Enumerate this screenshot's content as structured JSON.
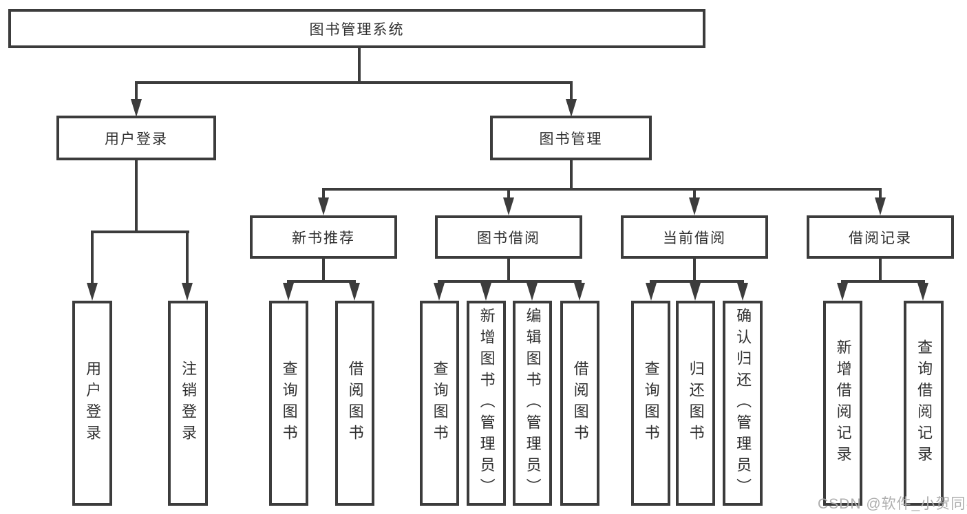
{
  "tree": {
    "root": {
      "label": "图书管理系统"
    },
    "branches": [
      {
        "label": "用户登录",
        "children": [
          {
            "label": "用户登录"
          },
          {
            "label": "注销登录"
          }
        ]
      },
      {
        "label": "图书管理",
        "children": [
          {
            "label": "新书推荐",
            "children": [
              {
                "label": "查询图书"
              },
              {
                "label": "借阅图书"
              }
            ]
          },
          {
            "label": "图书借阅",
            "children": [
              {
                "label": "查询图书"
              },
              {
                "label": "新增图书（管理员）"
              },
              {
                "label": "编辑图书（管理员）"
              },
              {
                "label": "借阅图书"
              }
            ]
          },
          {
            "label": "当前借阅",
            "children": [
              {
                "label": "查询图书"
              },
              {
                "label": "归还图书"
              },
              {
                "label": "确认归还（管理员）"
              }
            ]
          },
          {
            "label": "借阅记录",
            "children": [
              {
                "label": "新增借阅记录"
              },
              {
                "label": "查询借阅记录"
              }
            ]
          }
        ]
      }
    ]
  },
  "watermark": {
    "text": "CSDN @软件_小贺同学"
  },
  "colors": {
    "line": "#3c3c3c",
    "text": "#303030",
    "watermark": "#aeaeae",
    "background": "#ffffff"
  }
}
